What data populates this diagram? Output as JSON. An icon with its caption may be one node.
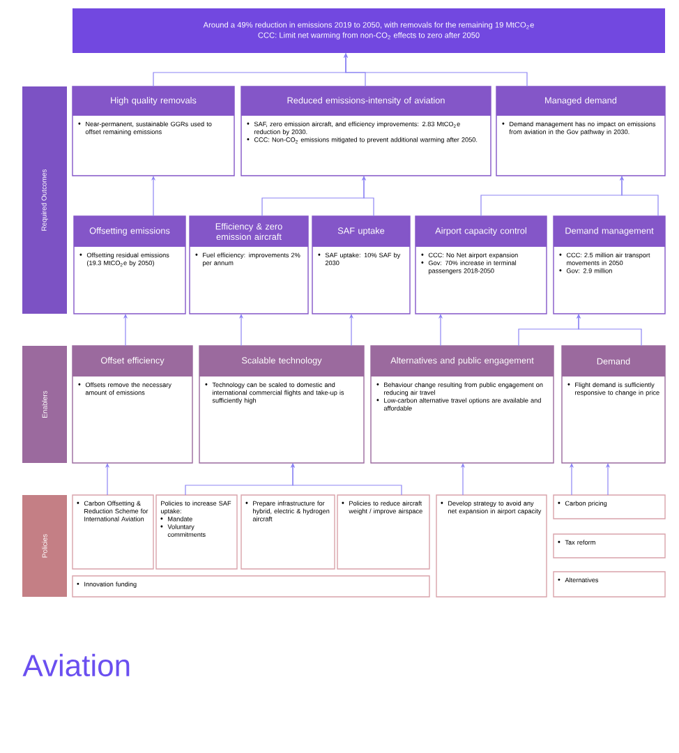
{
  "diagram": {
    "title": "Aviation",
    "nodes": [
      {
        "text": [
          "Around a 49% reduction in emissions 2019 to 2050, with removals for the remaining 19 MtCO$_{2}$e",
          "CCC: Limit net warming from non-CO$_{2}$ effects to zero after 2050"
        ]
      },
      {
        "text": [
          "Required Outcomes"
        ]
      },
      {
        "text": [
          "High quality removals",
          "Near-permanent, sustainable GGRs used to offset remaining emissions"
        ]
      },
      {
        "text": [
          "Reduced emissions-intensity of aviation",
          "SAF, zero emission aircraft, and efficiency improvements: 2.83 MtCO$_{2}$e reduction by 2030.",
          "CCC: Non-CO$_{2}$ emissions mitigated to prevent additional warming after 2050."
        ]
      },
      {
        "text": [
          "Managed demand",
          "Demand management has no impact on emissions from aviation in the Gov pathway in 2030."
        ]
      },
      {
        "text": [
          "Offsetting emissions",
          "Offsetting residual emissions (19.3 MtCO$_{2}$e by 2050)"
        ]
      },
      {
        "text": [
          "Efficiency & zero emission aircraft",
          "Fuel efficiency: improvements 2% per annum"
        ]
      },
      {
        "text": [
          "SAF uptake",
          "SAF uptake: 10% SAF by 2030"
        ]
      },
      {
        "text": [
          "Airport capacity control",
          "CCC: No Net airport expansion",
          "Gov: 70% increase in terminal passengers 2018-2050"
        ]
      },
      {
        "text": [
          "Demand management",
          "CCC: 2.5 million air transport movements in 2050",
          "Gov: 2.9 million"
        ]
      },
      {
        "text": [
          "Enablers"
        ]
      },
      {
        "text": [
          "Offset efficiency",
          "Offsets remove the necessary amount of emissions"
        ]
      },
      {
        "text": [
          "Scalable technology",
          "Technology can be scaled to domestic and international commercial flights and take-up is sufficiently high"
        ]
      },
      {
        "text": [
          "Alternatives and public engagement",
          "Behaviour change resulting from public engagement on reducing air travel",
          "Low-carbon alternative travel options are available and affordable"
        ]
      },
      {
        "text": [
          "Demand",
          "Flight demand is sufficiently responsive to change in price"
        ]
      },
      {
        "text": [
          "Policies"
        ]
      },
      {
        "text": [
          "Carbon Offsetting & Reduction Scheme for International Aviation"
        ]
      },
      {
        "text": [
          "Policies to increase SAF uptake:",
          "Mandate",
          "Voluntary commitments"
        ]
      },
      {
        "text": [
          "Prepare infrastructure for hybrid, electric & hydrogen aircraft"
        ]
      },
      {
        "text": [
          "Policies to reduce aircraft weight / improve airspace"
        ]
      },
      {
        "text": [
          "Innovation funding"
        ]
      },
      {
        "text": [
          "Develop strategy to avoid any net expansion in airport capacity"
        ]
      },
      {
        "text": [
          "Carbon pricing"
        ]
      },
      {
        "text": [
          "Tax reform"
        ]
      },
      {
        "text": [
          "Alternatives"
        ]
      }
    ],
    "edges": [
      {
        "from": 2,
        "to": 0,
        "arrow": "to"
      },
      {
        "from": 3,
        "to": 0,
        "arrow": "to"
      },
      {
        "from": 4,
        "to": 0,
        "arrow": "to"
      },
      {
        "from": 5,
        "to": 2,
        "arrow": "to"
      },
      {
        "from": 6,
        "to": 3,
        "arrow": "to"
      },
      {
        "from": 7,
        "to": 3,
        "arrow": "to"
      },
      {
        "from": 8,
        "to": 4,
        "arrow": "to"
      },
      {
        "from": 9,
        "to": 4,
        "arrow": "to"
      },
      {
        "from": 11,
        "to": 5,
        "arrow": "to"
      },
      {
        "from": 12,
        "to": 6,
        "arrow": "to"
      },
      {
        "from": 12,
        "to": 7,
        "arrow": "to"
      },
      {
        "from": 13,
        "to": 8,
        "arrow": "to"
      },
      {
        "from": 13,
        "to": 9,
        "arrow": "to"
      },
      {
        "from": 14,
        "to": 9,
        "arrow": "to"
      },
      {
        "from": 16,
        "to": 11,
        "arrow": "to"
      },
      {
        "from": 17,
        "to": 12,
        "arrow": "to"
      },
      {
        "from": 19,
        "to": 12,
        "arrow": "to"
      },
      {
        "from": 21,
        "to": 13,
        "arrow": "to"
      },
      {
        "from": 22,
        "to": 14,
        "arrow": "to"
      },
      {
        "from": 22,
        "to": 14,
        "arrow": "to"
      }
    ]
  }
}
